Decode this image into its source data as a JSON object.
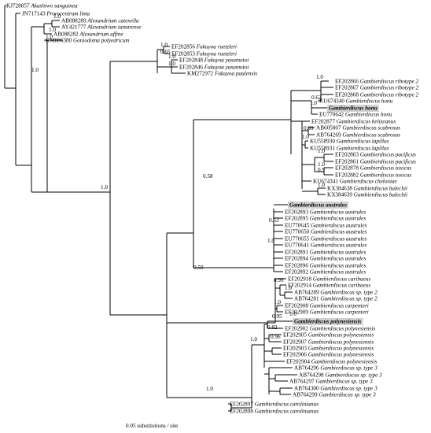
{
  "taxa": [
    {
      "acc": "KJ728857",
      "sp": "Akashiwo sanguinea"
    },
    {
      "acc": "JN717143",
      "sp": "Prorocentrum lima"
    },
    {
      "acc": "AB088289",
      "sp": "Alexandrium catenella"
    },
    {
      "acc": "AY421777",
      "sp": "Alexandrium tamarense"
    },
    {
      "acc": "AB088282",
      "sp": "Alexandrium affine"
    },
    {
      "acc": "KM886380",
      "sp": "Goniodoma polyedricum"
    },
    {
      "acc": "EF202856",
      "sp": "Fukuyoa ruetzleri"
    },
    {
      "acc": "EF202853",
      "sp": "Fukuyoa ruetzleri"
    },
    {
      "acc": "EF202848",
      "sp": "Fukuyoa yasumotoi"
    },
    {
      "acc": "EF202846",
      "sp": "Fukuyoa yasumotoi"
    },
    {
      "acc": "KM272972",
      "sp": "Fukuyoa paulensis"
    },
    {
      "acc": "EF202866",
      "sp": "Gambierdiscus ribotype 2"
    },
    {
      "acc": "EF202867",
      "sp": "Gambierdiscus ribotype 2"
    },
    {
      "acc": "EF202868",
      "sp": "Gambierdiscus ribotype 2"
    },
    {
      "acc": "KU674340",
      "sp": "Gambierdiscus honu"
    },
    {
      "acc": "",
      "sp": "Gambierdiscus honu",
      "highlight": true
    },
    {
      "acc": "EU770642",
      "sp": "Gambierdiscus honu"
    },
    {
      "acc": "EF202877",
      "sp": "Gambierdiscus belizeanus"
    },
    {
      "acc": "AB605807",
      "sp": "Gambierdiscus scabrosus"
    },
    {
      "acc": "AB764269",
      "sp": "Gambierdiscus scabrosus"
    },
    {
      "acc": "KU558930",
      "sp": "Gambierdiscus lapillus"
    },
    {
      "acc": "KU558931",
      "sp": "Gambierdiscus lapillus"
    },
    {
      "acc": "EF202863",
      "sp": "Gambierdiscus pacificus"
    },
    {
      "acc": "EF202861",
      "sp": "Gambierdiscus pacificus"
    },
    {
      "acc": "EF202878",
      "sp": "Gambierdiscus toxicus"
    },
    {
      "acc": "EF202882",
      "sp": "Gambierdiscus toxicus"
    },
    {
      "acc": "KU674341",
      "sp": "Gambierdiscus cheloniae"
    },
    {
      "acc": "KX384638",
      "sp": "Gambierdiscus balechii"
    },
    {
      "acc": "KX384639",
      "sp": "Gambierdiscus balechii"
    },
    {
      "acc": "",
      "sp": "Gambierdiscus australes",
      "highlight": true
    },
    {
      "acc": "EF202893",
      "sp": "Gambierdiscus australes"
    },
    {
      "acc": "EF202895",
      "sp": "Gambierdiscus australes"
    },
    {
      "acc": "EU770645",
      "sp": "Gambierdiscus australes"
    },
    {
      "acc": "EU770650",
      "sp": "Gambierdiscus australes"
    },
    {
      "acc": "EU770655",
      "sp": "Gambierdiscus australes"
    },
    {
      "acc": "EU770641",
      "sp": "Gambierdiscus australes"
    },
    {
      "acc": "EF202891",
      "sp": "Gambierdiscus australes"
    },
    {
      "acc": "EF202894",
      "sp": "Gambierdiscus australes"
    },
    {
      "acc": "EF202896",
      "sp": "Gambierdiscus australes"
    },
    {
      "acc": "EF202892",
      "sp": "Gambierdiscus australes"
    },
    {
      "acc": "EF202918",
      "sp": "Gambierdiscus caribaeus"
    },
    {
      "acc": "EF202914",
      "sp": "Gambierdiscus caribaeus"
    },
    {
      "acc": "AB764289",
      "sp": "Gambierdiscus sp. type 2"
    },
    {
      "acc": "AB764281",
      "sp": "Gambierdiscus sp. type 2"
    },
    {
      "acc": "EF202908",
      "sp": "Gambierdiscus carpenteri"
    },
    {
      "acc": "EF202909",
      "sp": "Gambierdiscus carpenteri"
    },
    {
      "acc": "",
      "sp": "Gambierdiscus polynesiensis",
      "highlight": true
    },
    {
      "acc": "EF202902",
      "sp": "Gambierdiscus polynesiensis"
    },
    {
      "acc": "EF202905",
      "sp": "Gambierdiscus polynesiensis"
    },
    {
      "acc": "EF202907",
      "sp": "Gambierdiscus polynesiensis"
    },
    {
      "acc": "EF202903",
      "sp": "Gambierdiscus polynesiensis"
    },
    {
      "acc": "EF202906",
      "sp": "Gambierdiscus polynesiensis"
    },
    {
      "acc": "EF202904",
      "sp": "Gambierdiscus polynesiensis"
    },
    {
      "acc": "AB764296",
      "sp": "Gambierdiscus sp. type 3"
    },
    {
      "acc": "AB764298",
      "sp": "Gambierdiscus sp. type 3"
    },
    {
      "acc": "AB764297",
      "sp": "Gambierdiscus sp. type 3"
    },
    {
      "acc": "AB764300",
      "sp": "Gambierdiscus sp. type 3"
    },
    {
      "acc": "AB764299",
      "sp": "Gambierdiscus sp. type 3"
    },
    {
      "acc": "EF202897",
      "sp": "Gambierdiscus carolinianus"
    },
    {
      "acc": "EF202898",
      "sp": "Gambierdiscus carolinianus"
    }
  ],
  "support_values": [
    "1.0",
    "1.0",
    "1.0",
    "1.0",
    "1.0",
    "0.65",
    "1.0",
    "1.0",
    "1.0",
    "1.0",
    "0.62",
    "1.0",
    "0.99",
    "1.0",
    "1.0",
    "1.0",
    "0.9",
    "1.0",
    "0.58",
    "0.53",
    "1.0",
    "0.59",
    "0.99",
    "1.0",
    "1.0",
    "0.95",
    "0.82",
    "0.96",
    "1.0",
    "1.0",
    "1.0"
  ],
  "scale_bar": {
    "label": "0.05 substitutions / site"
  }
}
